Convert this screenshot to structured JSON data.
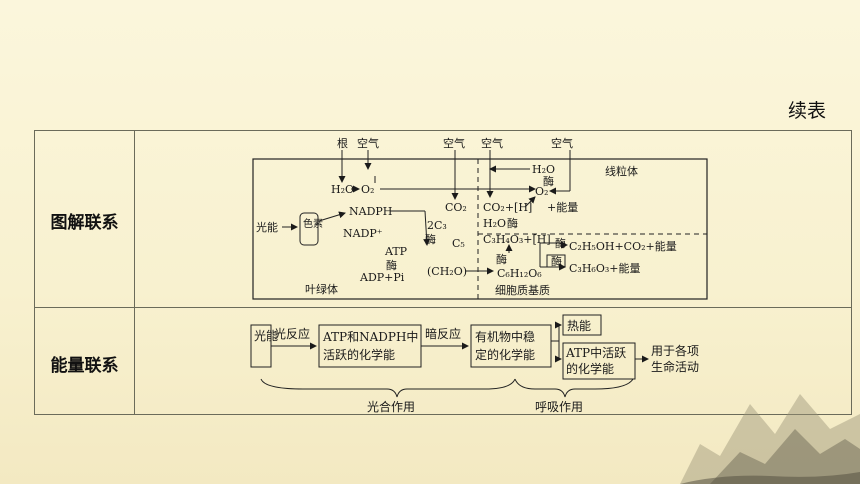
{
  "header": {
    "continued_label": "续表"
  },
  "rows": [
    {
      "label": "图解联系"
    },
    {
      "label": "能量联系"
    }
  ],
  "diagram": {
    "root": "根",
    "air1": "空气",
    "air2": "空气",
    "air3": "空气",
    "air4": "空气",
    "h2o": "H₂O",
    "o2": "O₂",
    "h2o_top": "H₂O",
    "enzyme": "酶",
    "mitochondria": "线粒体",
    "o2_right": "O₂",
    "energy": "+能量",
    "light_energy": "光能",
    "pigment": "色素",
    "nadph": "NADPH",
    "nadp": "NADP⁺",
    "c3": "2C₃",
    "co2": "CO₂",
    "c5": "C₅",
    "co2_h": "CO₂+[H]",
    "h2o_enzyme": "H₂O",
    "c3h4o3_h": "C₃H₄O₃+[H]",
    "atp": "ATP",
    "adp_pi": "ADP+Pi",
    "ch2o": "(CH₂O)",
    "c6h12o6": "C₆H₁₂O₆",
    "ethanol": "C₂H₅OH+CO₂+能量",
    "lactic": "C₃H₆O₃+能量",
    "chloroplast": "叶绿体",
    "cytoplasm": "细胞质基质"
  },
  "energy_flow": {
    "light": "光能",
    "light_reaction": "光反应",
    "atp_nadph": [
      "ATP和NADPH中",
      "活跃的化学能"
    ],
    "dark_reaction": "暗反应",
    "stable_energy": [
      "有机物中稳",
      "定的化学能"
    ],
    "heat": "热能",
    "atp_energy": [
      "ATP中活跃",
      "的化学能"
    ],
    "usage": [
      "用于各项",
      "生命活动"
    ],
    "photosynthesis": "光合作用",
    "respiration": "呼吸作用"
  }
}
